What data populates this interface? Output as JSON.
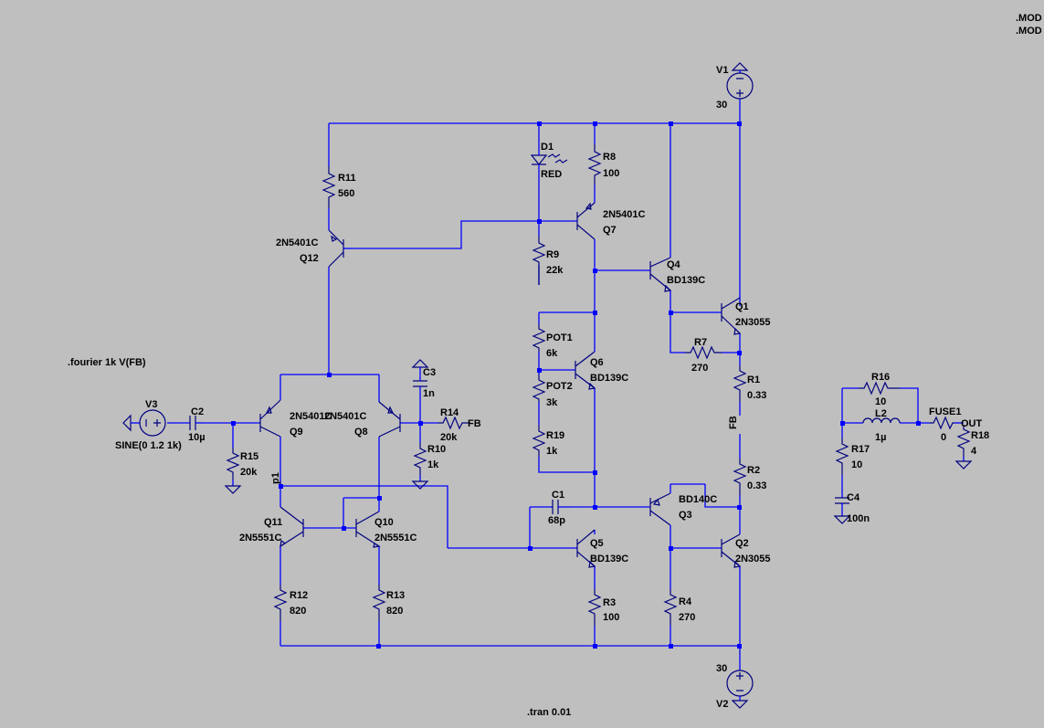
{
  "directives": {
    "model1": ".MOD",
    "model2": ".MOD",
    "fourier": ".fourier 1k V(FB)",
    "tran": ".tran 0.01"
  },
  "sources": {
    "V1": {
      "name": "V1",
      "value": "30"
    },
    "V2": {
      "name": "V2",
      "value": "30"
    },
    "V3": {
      "name": "V3",
      "value": "SINE(0 1.2 1k)"
    }
  },
  "components": {
    "R1": {
      "name": "R1",
      "value": "0.33"
    },
    "R2": {
      "name": "R2",
      "value": "0.33"
    },
    "R3": {
      "name": "R3",
      "value": "100"
    },
    "R4": {
      "name": "R4",
      "value": "270"
    },
    "R7": {
      "name": "R7",
      "value": "270"
    },
    "R8": {
      "name": "R8",
      "value": "100"
    },
    "R9": {
      "name": "R9",
      "value": "22k"
    },
    "R10": {
      "name": "R10",
      "value": "1k"
    },
    "R11": {
      "name": "R11",
      "value": "560"
    },
    "R12": {
      "name": "R12",
      "value": "820"
    },
    "R13": {
      "name": "R13",
      "value": "820"
    },
    "R14": {
      "name": "R14",
      "value": "20k"
    },
    "R15": {
      "name": "R15",
      "value": "20k"
    },
    "R16": {
      "name": "R16",
      "value": "10"
    },
    "R17": {
      "name": "R17",
      "value": "10"
    },
    "R18": {
      "name": "R18",
      "value": "4"
    },
    "R19": {
      "name": "R19",
      "value": "1k"
    },
    "POT1": {
      "name": "POT1",
      "value": "6k"
    },
    "POT2": {
      "name": "POT2",
      "value": "3k"
    },
    "C1": {
      "name": "C1",
      "value": "68p"
    },
    "C2": {
      "name": "C2",
      "value": "10µ"
    },
    "C3": {
      "name": "C3",
      "value": "1n"
    },
    "C4": {
      "name": "C4",
      "value": "100n"
    },
    "L2": {
      "name": "L2",
      "value": "1µ"
    },
    "FUSE1": {
      "name": "FUSE1",
      "value": "0"
    },
    "D1": {
      "name": "D1",
      "value": "RED"
    }
  },
  "transistors": {
    "Q1": {
      "name": "Q1",
      "model": "2N3055"
    },
    "Q2": {
      "name": "Q2",
      "model": "2N3055"
    },
    "Q3": {
      "name": "Q3",
      "model": "BD140C"
    },
    "Q4": {
      "name": "Q4",
      "model": "BD139C"
    },
    "Q5": {
      "name": "Q5",
      "model": "BD139C"
    },
    "Q6": {
      "name": "Q6",
      "model": "BD139C"
    },
    "Q7": {
      "name": "Q7",
      "model": "2N5401C"
    },
    "Q8": {
      "name": "Q8",
      "model": "2N5401C"
    },
    "Q9": {
      "name": "Q9",
      "model": "2N5401C"
    },
    "Q10": {
      "name": "Q10",
      "model": "2N5551C"
    },
    "Q11": {
      "name": "Q11",
      "model": "2N5551C"
    },
    "Q12": {
      "name": "Q12",
      "model": "2N5401C"
    }
  },
  "nets": {
    "FB": "FB",
    "FB_vertical": "FB",
    "OUT": "OUT",
    "p1": "p1"
  }
}
